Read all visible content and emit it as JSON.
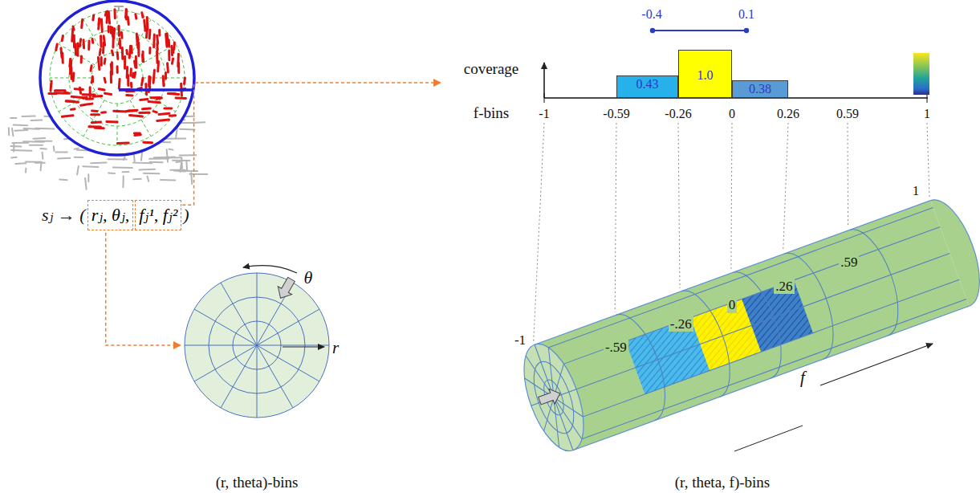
{
  "diagram": {
    "nodes": [
      {
        "text": [
          "rⱼ, θⱼ,"
        ]
      },
      {
        "text": [
          "fⱼ¹, fⱼ²"
        ]
      },
      {
        "text": [
          "0.43"
        ]
      },
      {
        "text": [
          "1.0"
        ]
      },
      {
        "text": [
          "0.38"
        ]
      }
    ],
    "labels": [
      "sⱼ → (",
      ")",
      "coverage",
      "f-bins",
      "-1",
      "-0.59",
      "-0.26",
      "0",
      "0.26",
      "0.59",
      "1",
      "-0.4",
      "0.1",
      "θ",
      "r",
      "(r, theta)-bins",
      "-1",
      "-.59",
      "-.26",
      "0",
      ".26",
      ".59",
      "1",
      "f",
      "(r, theta, f)-bins"
    ]
  }
}
